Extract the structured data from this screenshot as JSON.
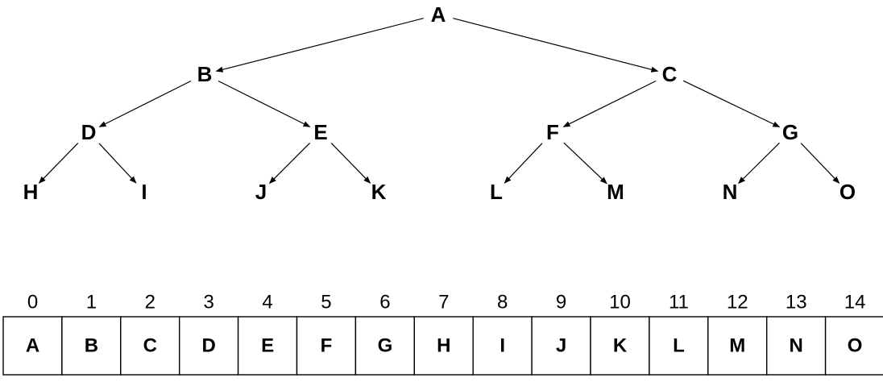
{
  "colors": {
    "ink": "#000000",
    "background": "#ffffff"
  },
  "tree": {
    "nodes": [
      {
        "id": "A",
        "label": "A"
      },
      {
        "id": "B",
        "label": "B"
      },
      {
        "id": "C",
        "label": "C"
      },
      {
        "id": "D",
        "label": "D"
      },
      {
        "id": "E",
        "label": "E"
      },
      {
        "id": "F",
        "label": "F"
      },
      {
        "id": "G",
        "label": "G"
      },
      {
        "id": "H",
        "label": "H"
      },
      {
        "id": "I",
        "label": "I"
      },
      {
        "id": "J",
        "label": "J"
      },
      {
        "id": "K",
        "label": "K"
      },
      {
        "id": "L",
        "label": "L"
      },
      {
        "id": "M",
        "label": "M"
      },
      {
        "id": "N",
        "label": "N"
      },
      {
        "id": "O",
        "label": "O"
      }
    ],
    "edges": [
      {
        "from": "A",
        "to": "B"
      },
      {
        "from": "A",
        "to": "C"
      },
      {
        "from": "B",
        "to": "D"
      },
      {
        "from": "B",
        "to": "E"
      },
      {
        "from": "C",
        "to": "F"
      },
      {
        "from": "C",
        "to": "G"
      },
      {
        "from": "D",
        "to": "H"
      },
      {
        "from": "D",
        "to": "I"
      },
      {
        "from": "E",
        "to": "J"
      },
      {
        "from": "E",
        "to": "K"
      },
      {
        "from": "F",
        "to": "L"
      },
      {
        "from": "F",
        "to": "M"
      },
      {
        "from": "G",
        "to": "N"
      },
      {
        "from": "G",
        "to": "O"
      }
    ]
  },
  "array": {
    "indices": [
      "0",
      "1",
      "2",
      "3",
      "4",
      "5",
      "6",
      "7",
      "8",
      "9",
      "10",
      "11",
      "12",
      "13",
      "14"
    ],
    "cells": [
      "A",
      "B",
      "C",
      "D",
      "E",
      "F",
      "G",
      "H",
      "I",
      "J",
      "K",
      "L",
      "M",
      "N",
      "O"
    ]
  }
}
